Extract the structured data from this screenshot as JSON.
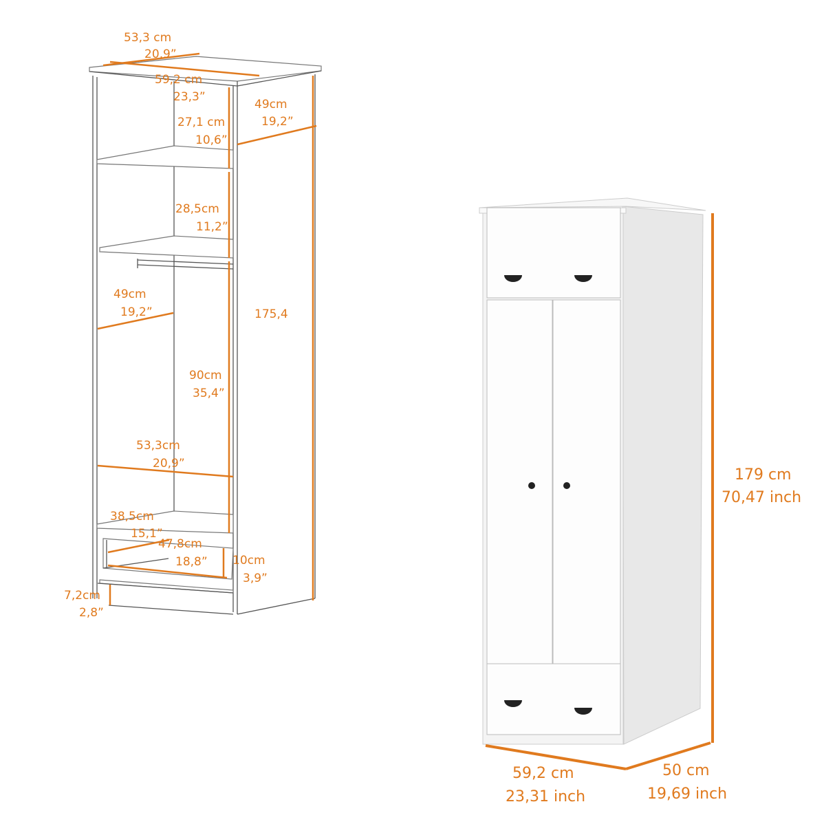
{
  "colors": {
    "dimension": "#e07a1e",
    "outline": "#555555",
    "cabinet": "#ffffff"
  },
  "interior_diagram": {
    "top_depth": {
      "cm": "53,3 cm",
      "inch": "20,9”"
    },
    "top_width": {
      "cm": "59,2 cm",
      "inch": "23,3”"
    },
    "side_depth": {
      "cm": "49cm",
      "inch": "19,2”"
    },
    "upper_shelf_height": {
      "cm": "27,1 cm",
      "inch": "10,6”"
    },
    "middle_shelf_height": {
      "cm": "28,5cm",
      "inch": "11,2”"
    },
    "rod_depth": {
      "cm": "49cm",
      "inch": "19,2”"
    },
    "total_inner_height": {
      "value": "175,4"
    },
    "hanging_height": {
      "cm": "90cm",
      "inch": "35,4”"
    },
    "hanging_width": {
      "cm": "53,3cm",
      "inch": "20,9”"
    },
    "drawer_depth": {
      "cm": "38,5cm",
      "inch": "15,1”"
    },
    "drawer_width": {
      "cm": "47,8cm",
      "inch": "18,8”"
    },
    "drawer_height": {
      "cm": "10cm",
      "inch": "3,9”"
    },
    "base_height": {
      "cm": "7,2cm",
      "inch": "2,8”"
    }
  },
  "exterior_diagram": {
    "height": {
      "cm": "179 cm",
      "inch": "70,47 inch"
    },
    "width": {
      "cm": "59,2 cm",
      "inch": "23,31 inch"
    },
    "depth": {
      "cm": "50 cm",
      "inch": "19,69 inch"
    }
  }
}
